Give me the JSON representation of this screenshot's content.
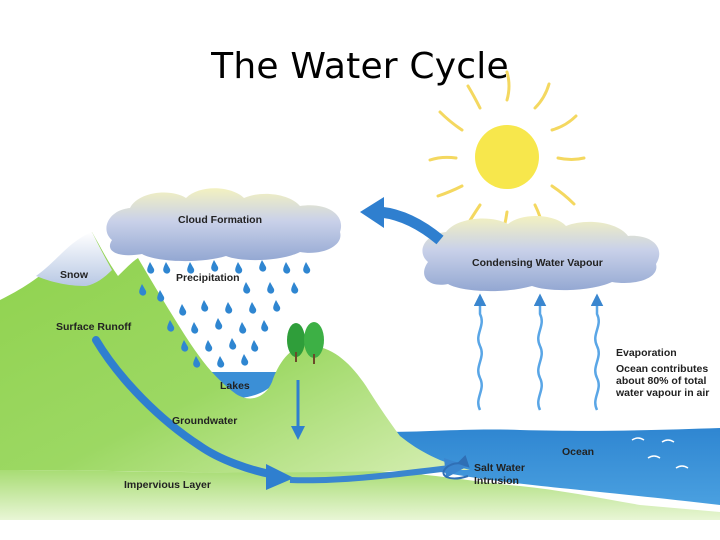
{
  "slide": {
    "title": "The Water Cycle"
  },
  "labels": {
    "cloud_formation": "Cloud Formation",
    "condensing": "Condensing Water Vapour",
    "snow": "Snow",
    "precipitation": "Precipitation",
    "surface_runoff": "Surface Runoff",
    "lakes": "Lakes",
    "groundwater": "Groundwater",
    "impervious": "Impervious Layer",
    "ocean": "Ocean",
    "salt_water_1": "Salt Water",
    "salt_water_2": "Intrusion",
    "evaporation": "Evaporation",
    "ocean_note_1": "Ocean contributes",
    "ocean_note_2": "about 80% of total",
    "ocean_note_3": "water vapour in air"
  },
  "colors": {
    "land": "#7cc242",
    "land_light": "#c5e39a",
    "water": "#3b8fd6",
    "ocean": "#2f86d1",
    "arrow": "#1f6fc0",
    "sun": "#f6e34a",
    "cloud": "#9fb2d6",
    "snow": "#e8eef7"
  }
}
